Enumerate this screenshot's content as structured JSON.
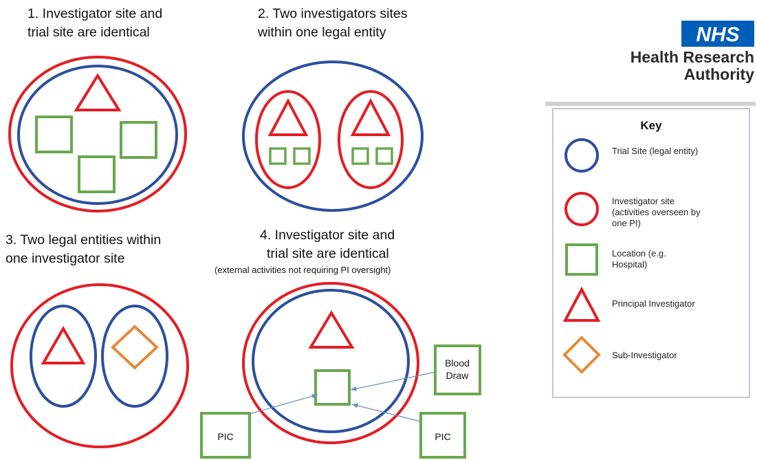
{
  "logo": {
    "nhs": "NHS",
    "line1": "Health Research",
    "line2": "Authority"
  },
  "colors": {
    "investigator_site": "#e31e24",
    "trial_site": "#2c4f9e",
    "location": "#6aa84f",
    "principal_investigator": "#e31e24",
    "sub_investigator": "#e58a3a",
    "arrow": "#6f8fc9",
    "nhs_blue": "#005eb8"
  },
  "diagrams": [
    {
      "title_lines": [
        "1. Investigator site and",
        "trial site are identical"
      ]
    },
    {
      "title_lines": [
        "2. Two investigators sites",
        "within one legal entity"
      ]
    },
    {
      "title_lines": [
        "3. Two legal entities within",
        "one investigator site"
      ]
    },
    {
      "title_lines": [
        "4. Investigator site and",
        "trial site are identical"
      ],
      "subtitle": "(external activities not requiring PI oversight)",
      "external_labels": {
        "blood_draw": [
          "Blood",
          "Draw"
        ],
        "pic_left": "PIC",
        "pic_right": "PIC"
      }
    }
  ],
  "key": {
    "title": "Key",
    "items": [
      {
        "icon": "blue-circle-icon",
        "lines": [
          "Trial Site (legal entity)"
        ]
      },
      {
        "icon": "red-circle-icon",
        "lines": [
          "Investigator site",
          "(activities overseen by",
          "one PI)"
        ]
      },
      {
        "icon": "green-square-icon",
        "lines": [
          "Location (e.g.",
          "Hospital)"
        ]
      },
      {
        "icon": "red-triangle-icon",
        "lines": [
          "Principal Investigator"
        ]
      },
      {
        "icon": "orange-diamond-icon",
        "lines": [
          "Sub-Investigator"
        ]
      }
    ]
  }
}
